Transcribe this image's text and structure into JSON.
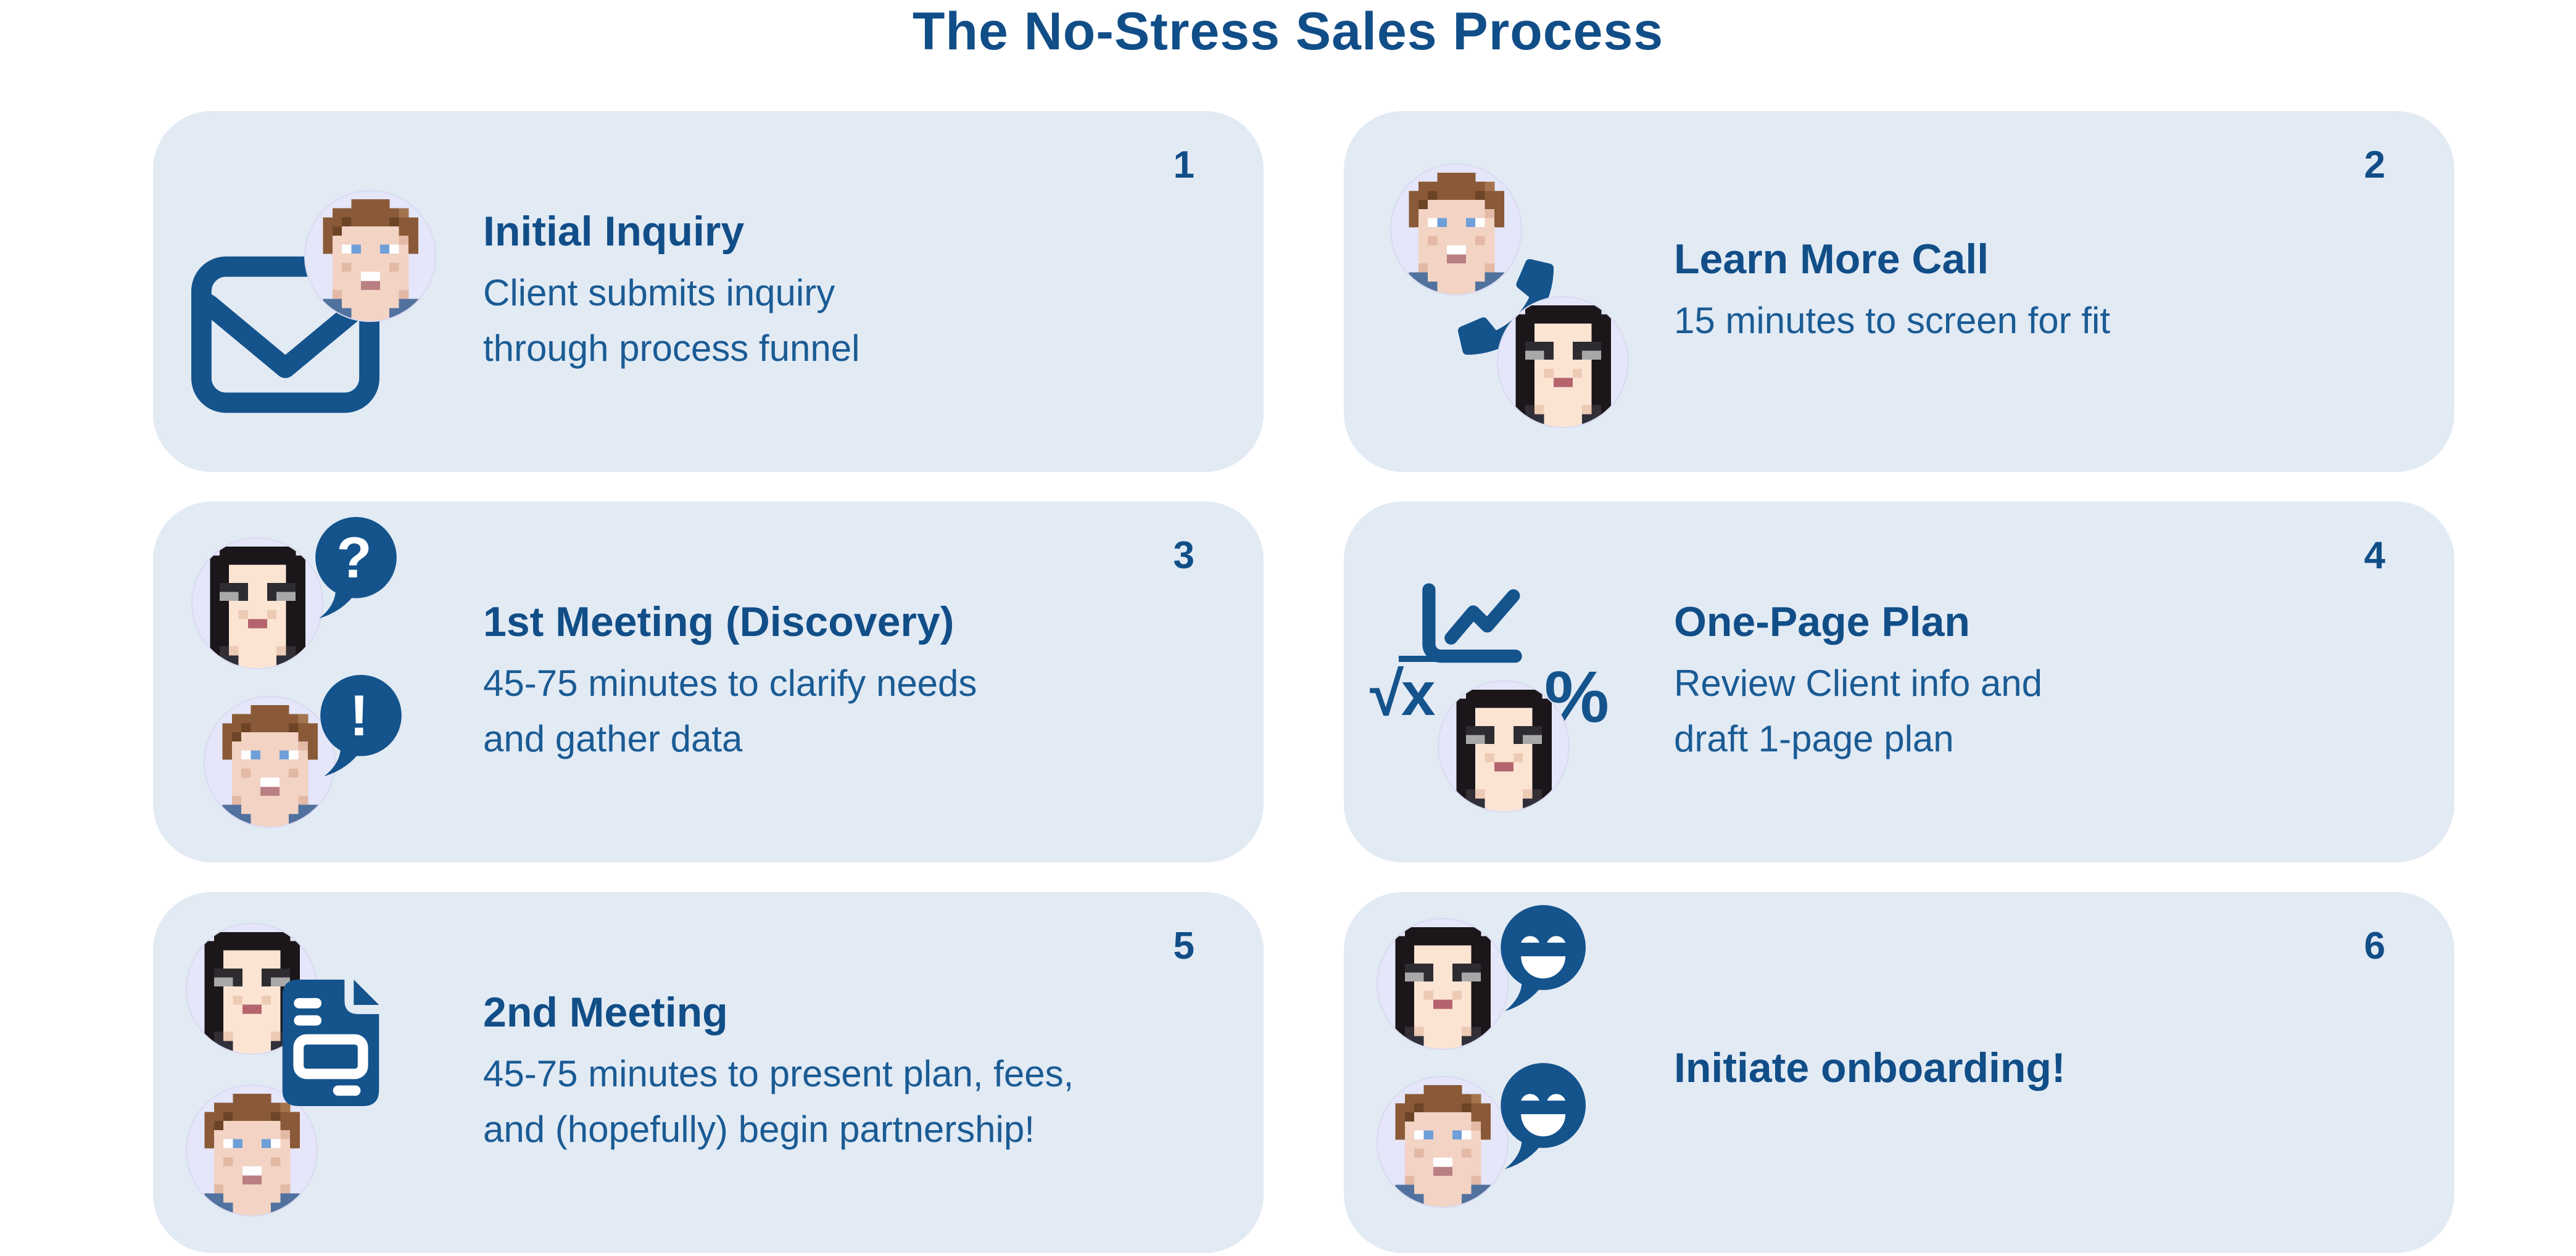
{
  "page": {
    "title": "The No-Stress Sales Process",
    "background": "#FFFFFF"
  },
  "colors": {
    "accent": "#14538C",
    "title_text": "#114E88",
    "body_text": "#1A5B94",
    "card_background": "#E2EAF4",
    "avatar_background": "#E5E6F9",
    "bubble_glyph": "#FFFFFF"
  },
  "cards": [
    {
      "number": "1",
      "title": "Initial Inquiry",
      "desc_lines": [
        "Client submits inquiry",
        "through process funnel"
      ],
      "icons": [
        "envelope-icon",
        "male-avatar"
      ]
    },
    {
      "number": "2",
      "title": "Learn More Call",
      "desc_lines": [
        "15 minutes to screen for fit"
      ],
      "icons": [
        "male-avatar",
        "phone-icon",
        "female-avatar"
      ]
    },
    {
      "number": "3",
      "title": "1st Meeting (Discovery)",
      "desc_lines": [
        "45-75 minutes to clarify needs",
        "and gather data"
      ],
      "bubble_question": "?",
      "bubble_exclaim": "!",
      "icons": [
        "female-avatar",
        "question-bubble-icon",
        "male-avatar",
        "exclamation-bubble-icon"
      ]
    },
    {
      "number": "4",
      "title": "One-Page Plan",
      "desc_lines": [
        "Review Client info and",
        "draft 1-page plan"
      ],
      "sqrt_radical": "√",
      "sqrt_x": "x",
      "percent": "%",
      "icons": [
        "line-chart-icon",
        "sqrt-icon",
        "percent-icon",
        "female-avatar"
      ]
    },
    {
      "number": "5",
      "title": "2nd Meeting",
      "desc_lines": [
        "45-75 minutes to present plan, fees,",
        "and (hopefully) begin partnership!"
      ],
      "icons": [
        "female-avatar",
        "document-icon",
        "male-avatar"
      ]
    },
    {
      "number": "6",
      "title": "Initiate onboarding!",
      "desc_lines": [],
      "icons": [
        "female-avatar",
        "smile-bubble-icon",
        "male-avatar",
        "smile-bubble-icon"
      ]
    }
  ]
}
